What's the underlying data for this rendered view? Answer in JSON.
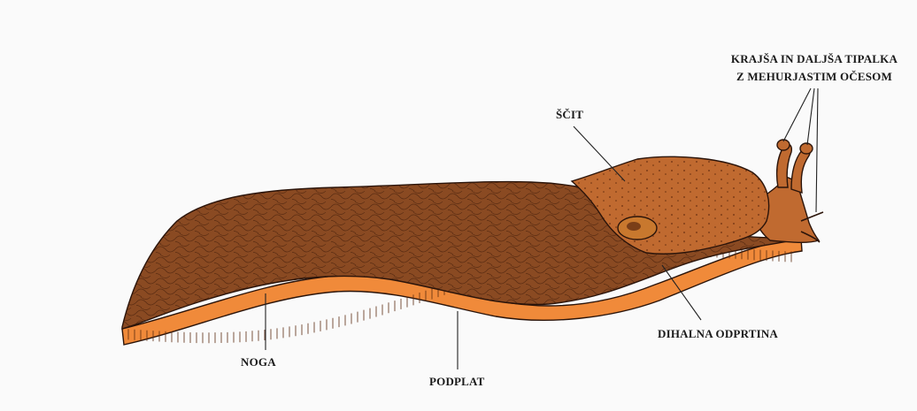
{
  "labels": {
    "tentacles_line1": "KRAJŠA IN DALJŠA TIPALKA",
    "tentacles_line2": "Z MEHURJASTIM OČESOM",
    "shield": "ŠČIT",
    "breathing_pore": "DIHALNA ODPRTINA",
    "foot": "NOGA",
    "sole": "PODPLAT"
  },
  "colors": {
    "background": "#fafafa",
    "body": "#8a4a22",
    "body_texture": "#5a2c12",
    "shield": "#c06a30",
    "sole": "#f08a3a",
    "sole_stripes": "#5a2a10",
    "outline": "#2b140a"
  }
}
